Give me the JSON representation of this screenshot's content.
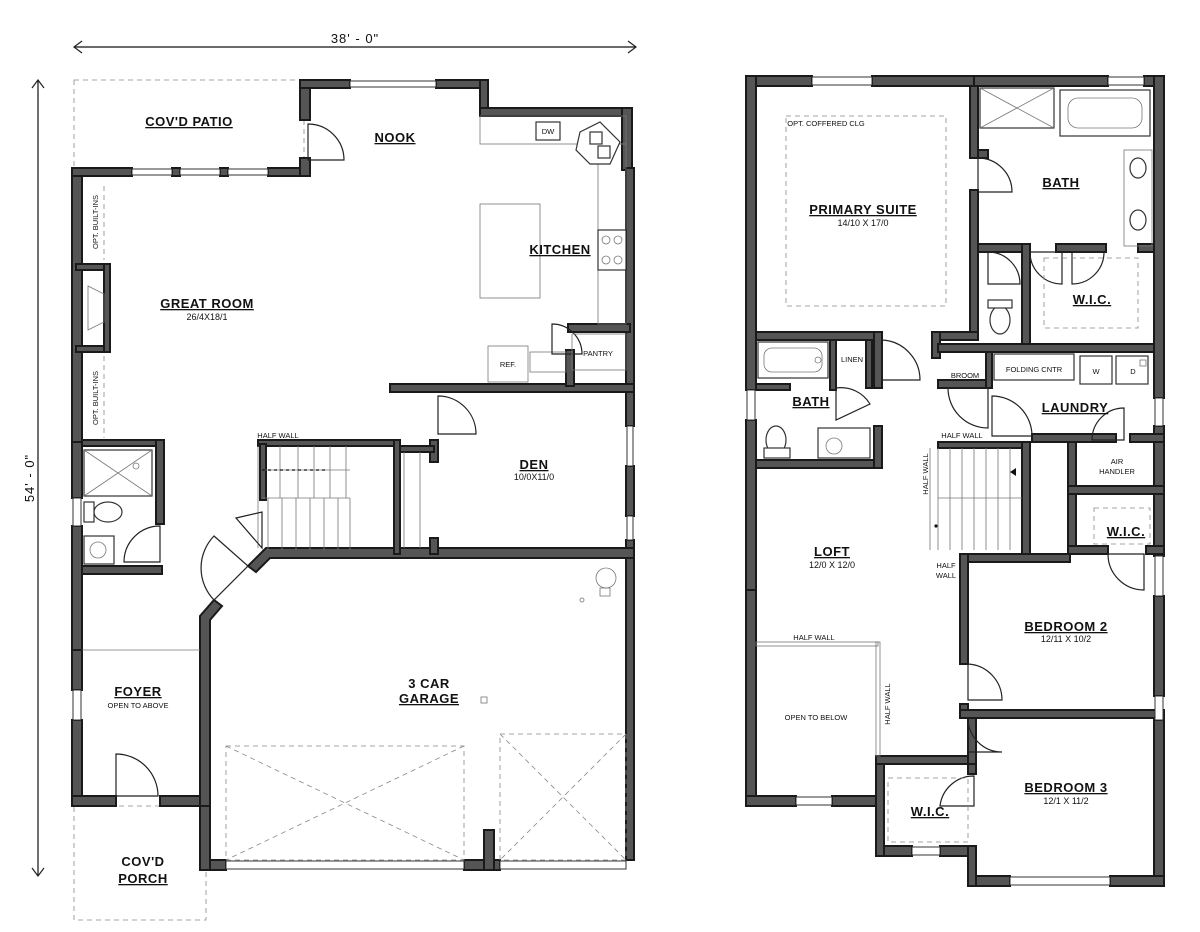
{
  "dimensions": {
    "width": "38' - 0\"",
    "depth": "54' - 0\""
  },
  "main_floor": {
    "rooms": {
      "covd_patio": {
        "name": "COV'D PATIO"
      },
      "nook": {
        "name": "NOOK"
      },
      "kitchen": {
        "name": "KITCHEN"
      },
      "great_room": {
        "name": "GREAT ROOM",
        "size": "26/4X18/1"
      },
      "den": {
        "name": "DEN",
        "size": "10/0X11/0"
      },
      "garage": {
        "line1": "3 CAR",
        "line2": "GARAGE"
      },
      "foyer": {
        "name": "FOYER",
        "note": "OPEN TO ABOVE"
      },
      "covd_porch": {
        "line1": "COV'D",
        "line2": "PORCH"
      }
    },
    "labels": {
      "dw": "DW",
      "ref": "REF.",
      "pantry": "PANTRY",
      "opt_builtins_top": "OPT. BUILT-INS",
      "opt_builtins_bottom": "OPT. BUILT-INS",
      "half_wall": "HALF WALL"
    }
  },
  "upper_floor": {
    "rooms": {
      "primary_suite": {
        "name": "PRIMARY SUITE",
        "size": "14/10 X 17/0"
      },
      "primary_bath": {
        "name": "BATH"
      },
      "primary_wic": {
        "name": "W.I.C."
      },
      "bath": {
        "name": "BATH"
      },
      "laundry": {
        "name": "LAUNDRY"
      },
      "loft": {
        "name": "LOFT",
        "size": "12/0 X 12/0"
      },
      "wic2": {
        "name": "W.I.C."
      },
      "bedroom2": {
        "name": "BEDROOM 2",
        "size": "12/11 X 10/2"
      },
      "bedroom3": {
        "name": "BEDROOM 3",
        "size": "12/1 X 11/2"
      },
      "wic3": {
        "name": "W.I.C."
      }
    },
    "labels": {
      "coffered": "OPT. COFFERED CLG",
      "linen": "LINEN",
      "broom": "BROOM",
      "folding": "FOLDING CNTR",
      "washer": "W",
      "dryer": "D",
      "air_handler_1": "AIR",
      "air_handler_2": "HANDLER",
      "half_wall_stair": "HALF WALL",
      "half_wall_vert": "HALF WALL",
      "half_wall_short_1": "HALF",
      "half_wall_short_2": "WALL",
      "half_wall_open": "HALF WALL",
      "half_wall_open_vert": "HALF WALL",
      "open_to_below": "OPEN TO BELOW"
    }
  }
}
